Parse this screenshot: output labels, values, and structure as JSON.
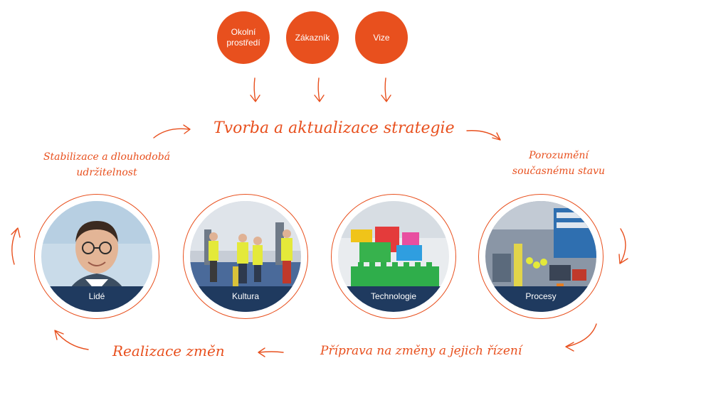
{
  "drivers": [
    {
      "label": "Okolní prostředí"
    },
    {
      "label": "Zákazník"
    },
    {
      "label": "Vize"
    }
  ],
  "cycle": {
    "strategy": "Tvorba a aktualizace strategie",
    "understanding": "Porozumění současnému stavu",
    "preparation": "Příprava na změny a jejich řízení",
    "realization": "Realizace změn",
    "stabilization": "Stabilizace a dlouhodobá udržitelnost"
  },
  "pillars": [
    {
      "label": "Lidé"
    },
    {
      "label": "Kultura"
    },
    {
      "label": "Technologie"
    },
    {
      "label": "Procesy"
    }
  ],
  "colors": {
    "accent": "#e8501e",
    "band": "#1f3a5f"
  }
}
